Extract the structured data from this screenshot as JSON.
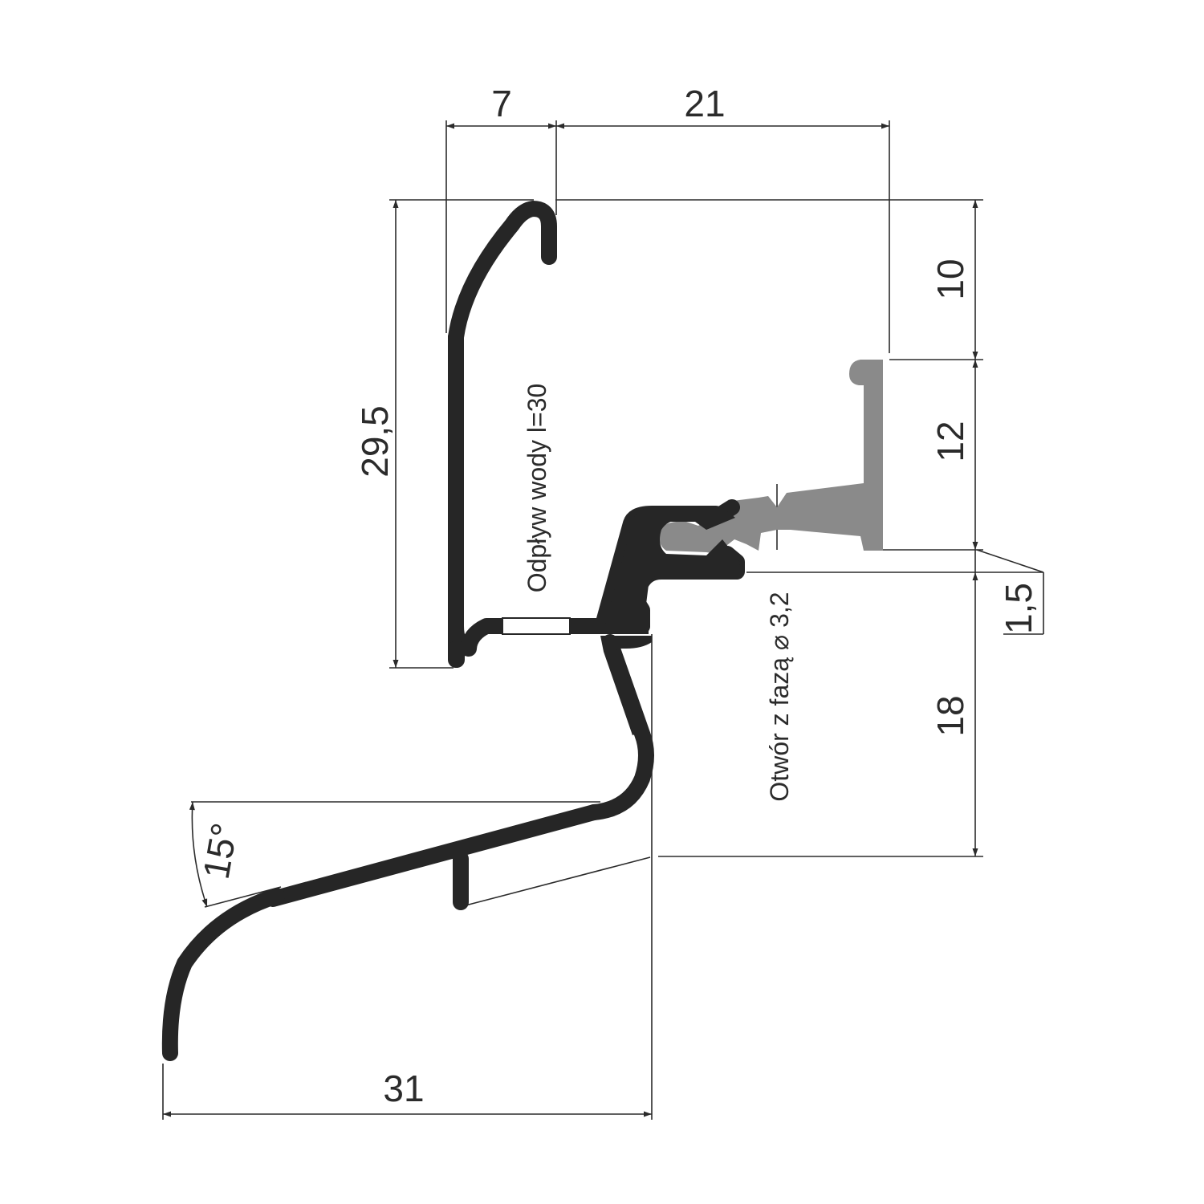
{
  "dimensions": {
    "top_left_width": "7",
    "top_right_width": "21",
    "left_height": "29,5",
    "right_top_height": "10",
    "right_mid_height": "12",
    "right_gap": "1,5",
    "right_bottom_height": "18",
    "slope_angle": "15°",
    "bottom_width": "31"
  },
  "notes": {
    "water_drain": "Odpływ wody l=30",
    "hole": "Otwór z fazą ⌀ 3,2"
  },
  "colors": {
    "profile": "#262626",
    "gasket": "#8a8a8a",
    "lines": "#2b2b2b"
  }
}
